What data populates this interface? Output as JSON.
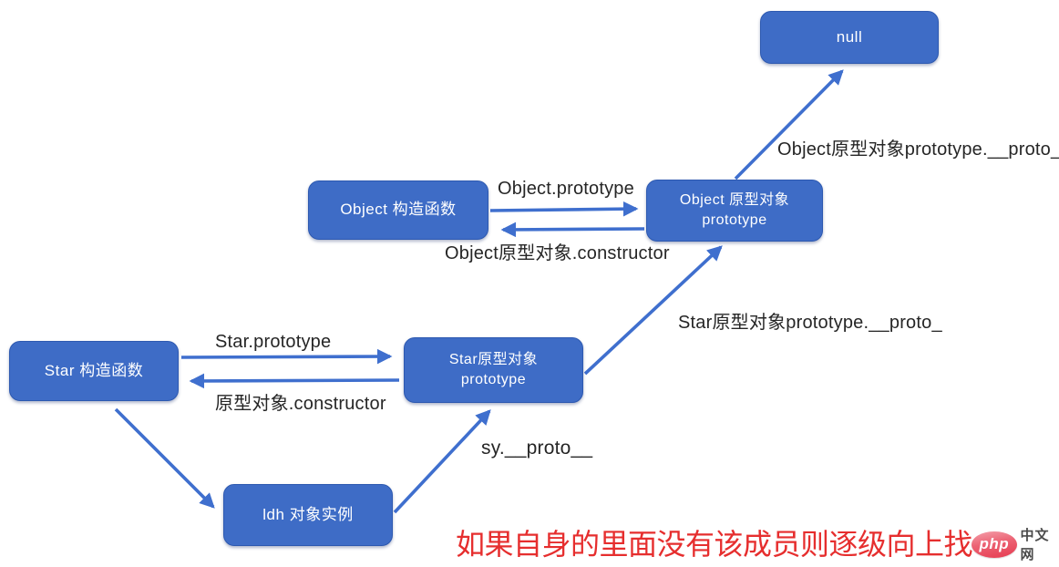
{
  "diagram": {
    "nodes": {
      "null_node": {
        "label": "null"
      },
      "object_constructor": {
        "label": "Object 构造函数"
      },
      "object_prototype": {
        "line1": "Object 原型对象",
        "line2": "prototype"
      },
      "star_constructor": {
        "label": "Star 构造函数"
      },
      "star_prototype": {
        "line1": "Star原型对象",
        "line2": "prototype"
      },
      "ldh_instance": {
        "label": "ldh 对象实例"
      }
    },
    "edge_labels": {
      "object_proto_chain": "Object原型对象prototype.__proto__",
      "object_prototype_ref": "Object.prototype",
      "object_constructor_ref": "Object原型对象.constructor",
      "star_proto_chain": "Star原型对象prototype.__proto_",
      "star_prototype_ref": "Star.prototype",
      "star_constructor_ref": "原型对象.constructor",
      "instance_proto": "sy.__proto__"
    },
    "annotation": "如果自身的里面没有该成员则逐级向上找",
    "colors": {
      "node_fill": "#3e6cc6",
      "node_border": "#2d59b0",
      "arrow": "#3f6fce",
      "label_text": "#262626",
      "annotation_red": "#e62e2e",
      "node_text": "#ffffff"
    }
  },
  "watermark": {
    "logo_text": "php",
    "site_text": "中文网"
  }
}
